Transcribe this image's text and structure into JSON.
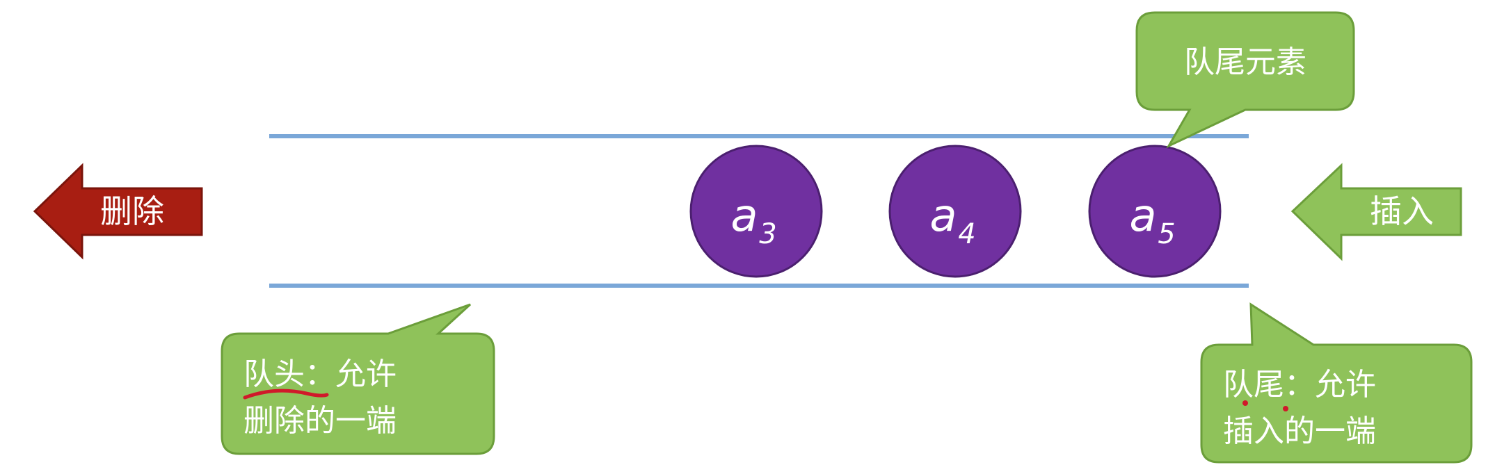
{
  "queue": {
    "nodes": [
      {
        "letter": "a",
        "sub": "3"
      },
      {
        "letter": "a",
        "sub": "4"
      },
      {
        "letter": "a",
        "sub": "5"
      }
    ]
  },
  "arrows": {
    "delete_label": "删除",
    "insert_label": "插入"
  },
  "callouts": {
    "tail_element": "队尾元素",
    "front_line1": "队头：允许",
    "front_line2": "删除的一端",
    "rear_line1": "队尾：允许",
    "rear_line2": "插入的一端"
  },
  "colors": {
    "node_fill": "#7030a0",
    "node_stroke": "#4b1f6f",
    "callout_fill": "#8fc25a",
    "callout_stroke": "#6b9e3a",
    "delete_arrow": "#a81e12",
    "insert_arrow": "#8fc25a",
    "queue_line": "#7aa7d8",
    "annotation_red": "#d0192a"
  }
}
